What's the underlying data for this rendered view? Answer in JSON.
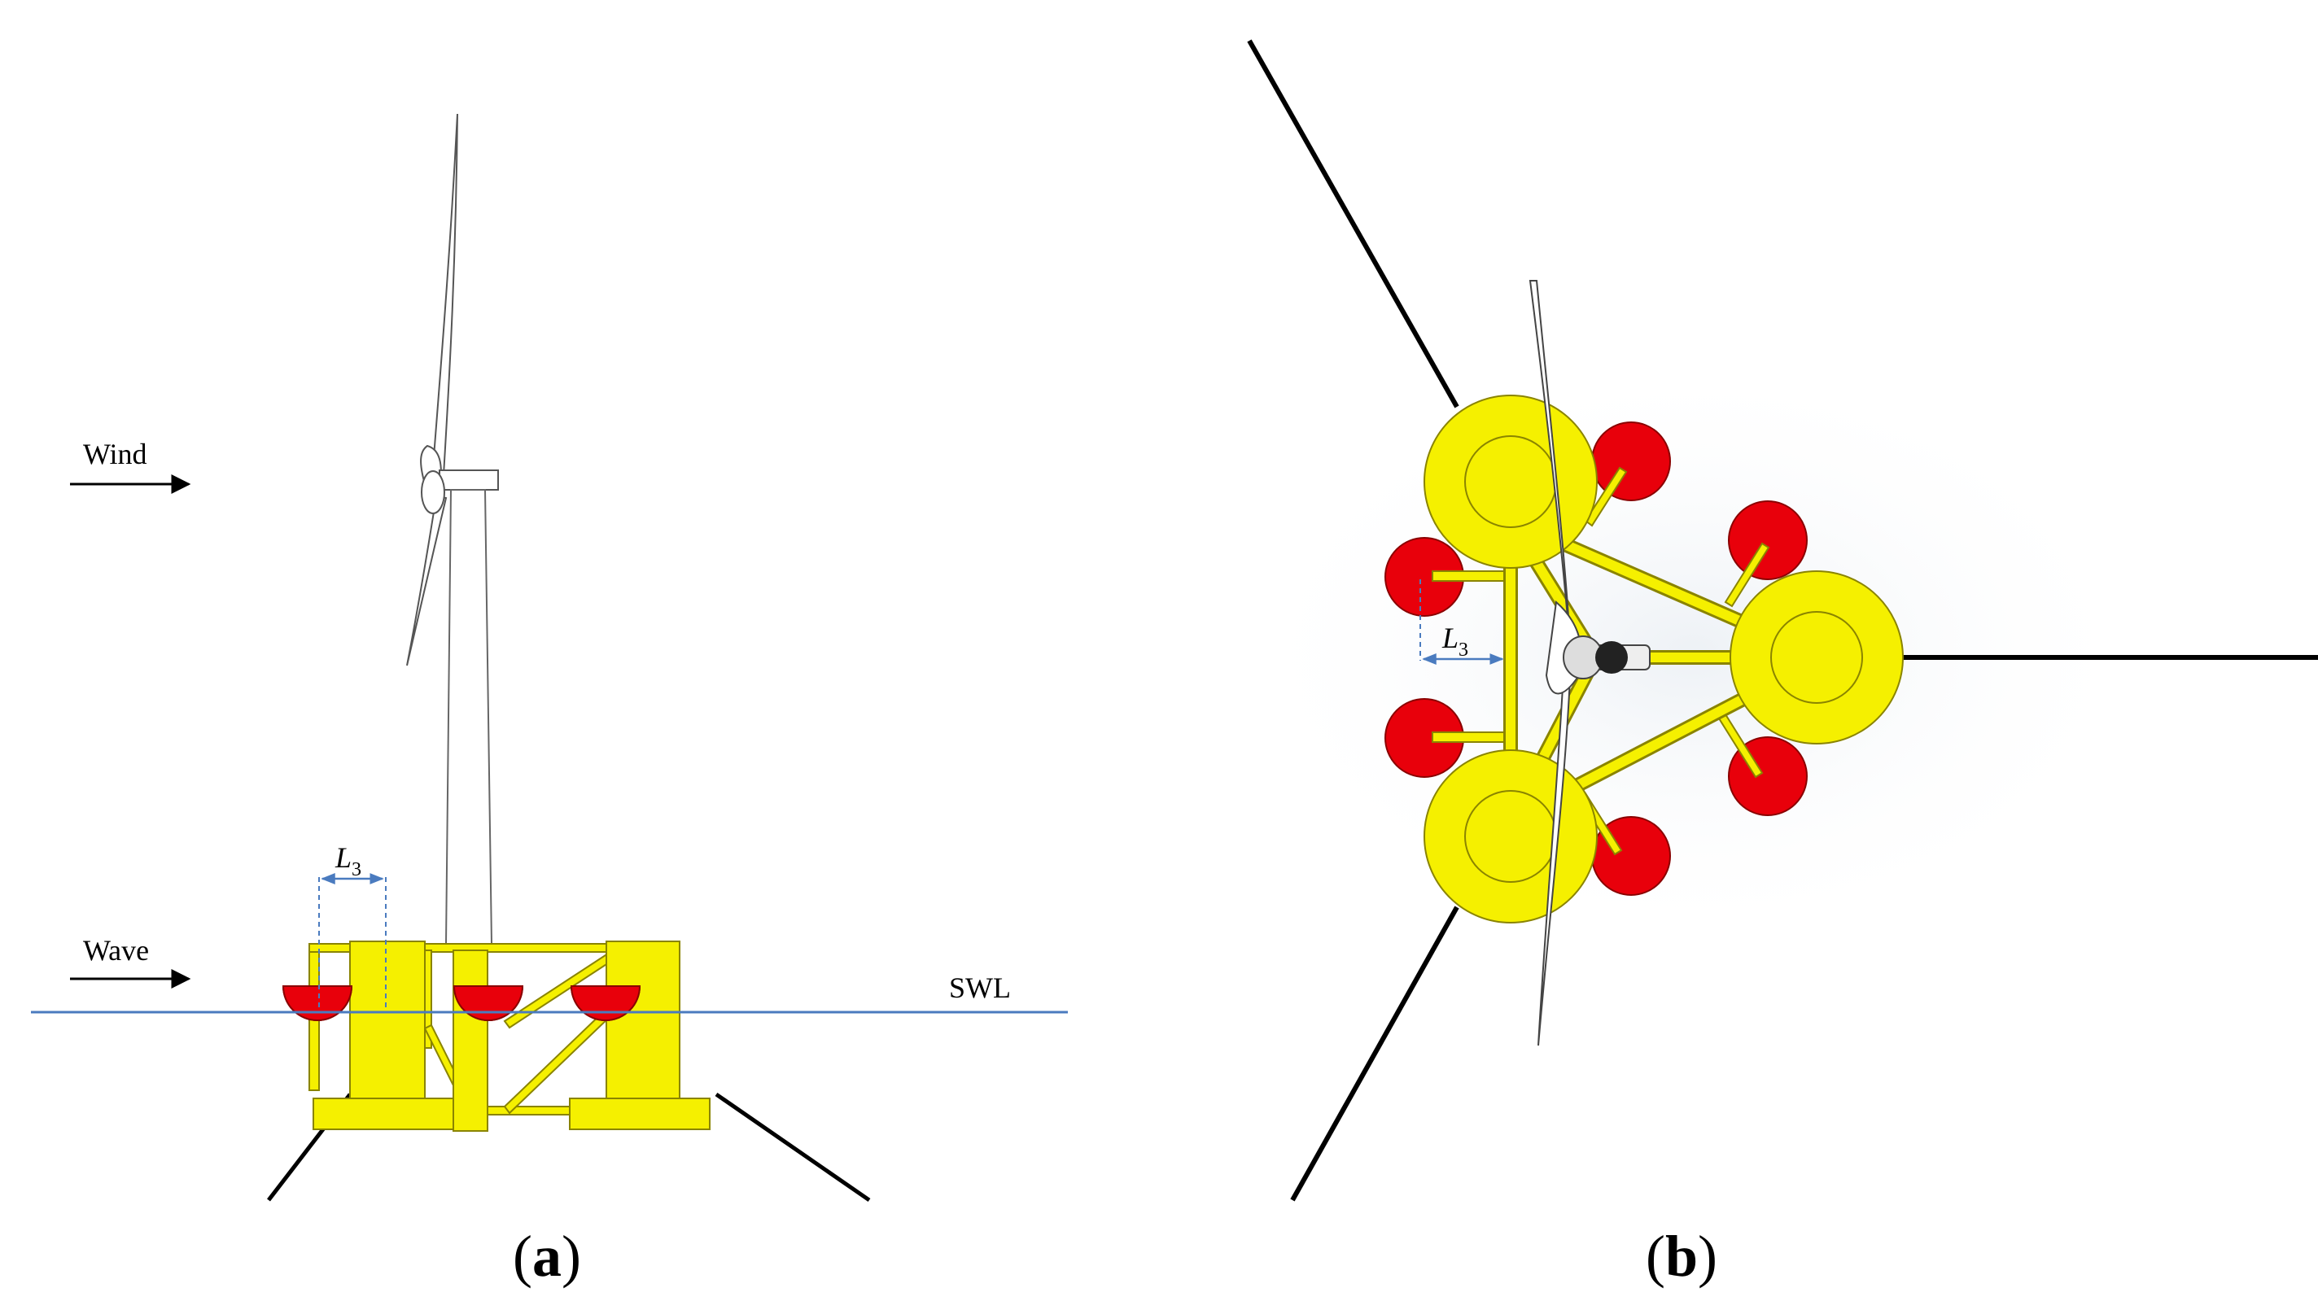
{
  "panel_a": {
    "caption_open": "(",
    "caption_letter": "a",
    "caption_close": ")",
    "wind_label": "Wind",
    "wave_label": "Wave",
    "swl_label": "SWL",
    "dimension_symbol": "L",
    "dimension_subscript": "3"
  },
  "panel_b": {
    "caption_open": "(",
    "caption_letter": "b",
    "caption_close": ")",
    "dimension_symbol": "L",
    "dimension_subscript": "3"
  },
  "colors": {
    "platform_yellow": "#f5f000",
    "platform_outline": "#8a8400",
    "float_red": "#e8000b",
    "waterline_blue": "#4a7bbf",
    "mooring_black": "#000000"
  }
}
